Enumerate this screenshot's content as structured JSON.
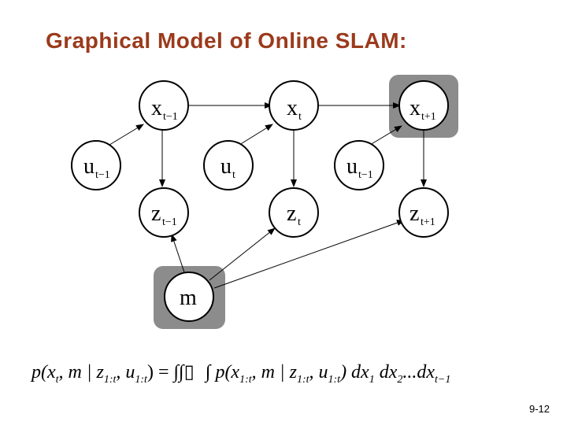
{
  "title": "Graphical Model of Online SLAM:",
  "nodes": {
    "x_prev": {
      "base": "x",
      "sub": "t−1"
    },
    "x_t": {
      "base": "x",
      "sub": "t"
    },
    "x_next": {
      "base": "x",
      "sub": "t+1"
    },
    "u_prev": {
      "base": "u",
      "sub": "t−1"
    },
    "u_t": {
      "base": "u",
      "sub": "t"
    },
    "u_next": {
      "base": "u",
      "sub": "t−1"
    },
    "z_prev": {
      "base": "z",
      "sub": "t−1"
    },
    "z_t": {
      "base": "z",
      "sub": "t"
    },
    "z_next": {
      "base": "z",
      "sub": "t+1"
    },
    "m": {
      "base": "m",
      "sub": ""
    }
  },
  "highlighted_nodes": [
    "x_next",
    "m"
  ],
  "formula": {
    "lhs": "p(x",
    "lhs_sub1": "t",
    "lhs_mid1": ", m | z",
    "lhs_sub2": "1:t",
    "lhs_mid2": ", u",
    "lhs_sub3": "1:t",
    "lhs_end": ") = ∫∫",
    "box": "▯",
    "integral": "∫",
    "rhs": "p(x",
    "rhs_sub1": "1:t",
    "rhs_mid1": ", m | z",
    "rhs_sub2": "1:t",
    "rhs_mid2": ", u",
    "rhs_sub3": "1:t",
    "rhs_end": ") dx",
    "rhs_sub4": "1",
    "rhs_dx2": " dx",
    "rhs_sub5": "2",
    "rhs_dots": "...dx",
    "rhs_sub6": "t−1"
  },
  "page_number": "9-12",
  "colors": {
    "title": "#9b3a1c",
    "highlight": "#8c8c8c"
  }
}
